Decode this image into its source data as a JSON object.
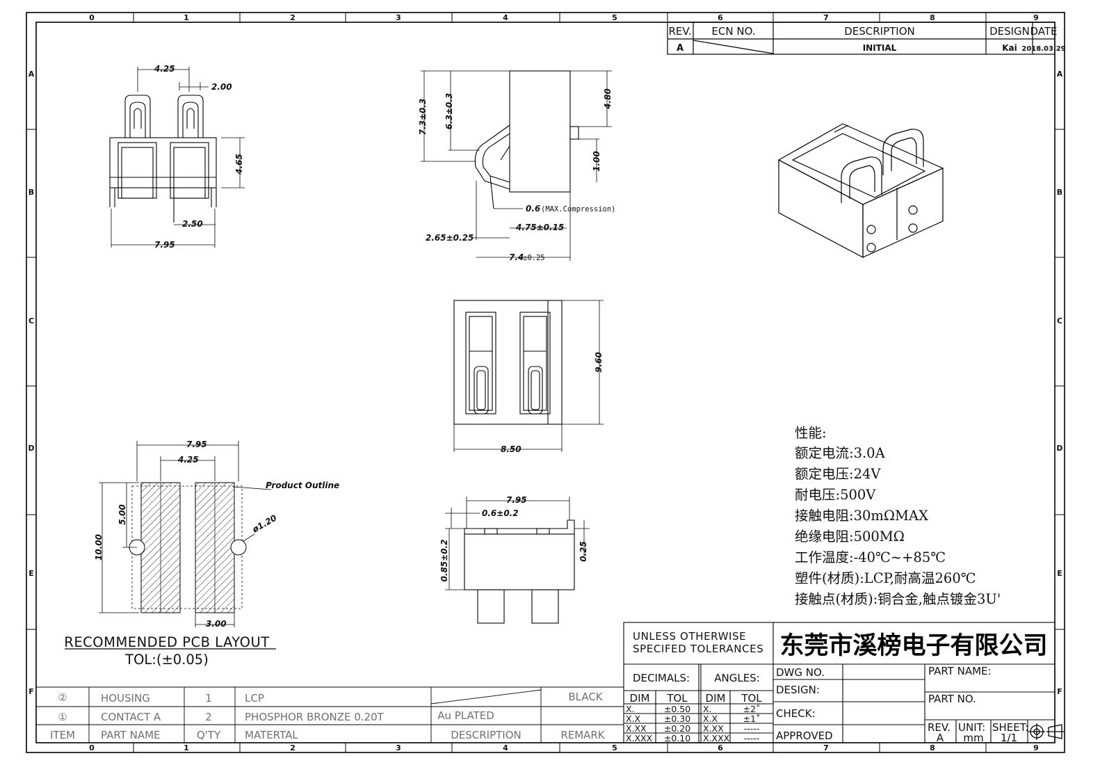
{
  "border": {
    "columns": [
      "0",
      "1",
      "2",
      "3",
      "4",
      "5",
      "6",
      "7",
      "8",
      "9"
    ],
    "rows": [
      "A",
      "B",
      "C",
      "D",
      "E",
      "F"
    ]
  },
  "revision_block": {
    "headers": {
      "rev": "REV.",
      "ecn": "ECN NO.",
      "description": "DESCRIPTION",
      "design": "DESIGN",
      "date": "DATE"
    },
    "row": {
      "rev": "A",
      "description": "INITIAL",
      "design": "Kai",
      "date": "2018.03.29"
    }
  },
  "dimensions": {
    "front": {
      "pitch": "4.25",
      "slot": "2.00",
      "height": "4.65",
      "pin_gap": "2.50",
      "width": "7.95"
    },
    "side": {
      "total_height": "7.3±0.3",
      "contact_height": "6.3±0.3",
      "body_height": "4.80",
      "pin": "1.00",
      "compression_value": "0.6",
      "compression_note": "(MAX.Compression)",
      "contact_offset": "4.75±0.15",
      "base_offset": "2.65±0.25",
      "depth_value": "7.4",
      "depth_tol": "±0.25"
    },
    "top": {
      "length": "9.60",
      "width": "8.50"
    },
    "bottom": {
      "width": "7.95",
      "offset": "0.6±0.2",
      "pin_height": "0.85±0.2",
      "pin_thick": "0.25"
    },
    "pcb": {
      "outline_width": "7.95",
      "pitch": "4.25",
      "half_height": "5.00",
      "total_height": "10.00",
      "hole": "ø1.20",
      "pad_gap": "3.00",
      "outline_label": "Product Outline"
    }
  },
  "pcb_layout": {
    "title": "RECOMMENDED PCB LAYOUT",
    "tolerance": "TOL:(±0.05)"
  },
  "specs": {
    "heading": "性能:",
    "items": [
      "额定电流:3.0A",
      "额定电压:24V",
      "耐电压:500V",
      "接触电阻:30mΩMAX",
      "绝缘电阻:500MΩ",
      "工作温度:-40℃~+85℃",
      "塑件(材质):LCP,耐高温260℃",
      "接触点(材质):铜合金,触点镀金3U'"
    ]
  },
  "bom": {
    "rows": [
      {
        "item": "②",
        "part": "HOUSING",
        "qty": "1",
        "material": "LCP",
        "description": "",
        "remark": "BLACK"
      },
      {
        "item": "①",
        "part": "CONTACT A",
        "qty": "2",
        "material": "PHOSPHOR BRONZE 0.20T",
        "description": "Au PLATED",
        "remark": ""
      }
    ],
    "headers": {
      "item": "ITEM",
      "part": "PART NAME",
      "qty": "Q'TY",
      "material": "MATERTAL",
      "description": "DESCRIPTION",
      "remark": "REMARK"
    }
  },
  "title_block": {
    "tolerance_note_1": "UNLESS OTHERWISE",
    "tolerance_note_2": "SPECIFED TOLERANCES",
    "company": "东莞市溪榜电子有限公司",
    "decimals": "DECIMALS:",
    "angles": "ANGLES:",
    "dim_header": "DIM",
    "tol_header": "TOL",
    "decimal_rows": [
      {
        "dim": "X.",
        "tol": "±0.50"
      },
      {
        "dim": "X.X",
        "tol": "±0.30"
      },
      {
        "dim": "X.XX",
        "tol": "±0.20"
      },
      {
        "dim": "X.XXX",
        "tol": "±0.10"
      }
    ],
    "angle_rows": [
      {
        "dim": "X.",
        "tol": "±2˚"
      },
      {
        "dim": "X.X",
        "tol": "±1˚"
      },
      {
        "dim": "X.XX",
        "tol": "-----"
      },
      {
        "dim": "X.XXX",
        "tol": "-----"
      }
    ],
    "dwg_no": "DWG NO.",
    "design": "DESIGN:",
    "check": "CHECK:",
    "approved": "APPROVED",
    "part_name": "PART NAME:",
    "part_no": "PART NO.",
    "rev_label": "REV.",
    "rev_value": "A",
    "unit_label": "UNIT:",
    "unit_value": "mm",
    "sheet_label": "SHEET:",
    "sheet_value": "1/1",
    "projection_icon": "third-angle-projection-icon"
  }
}
